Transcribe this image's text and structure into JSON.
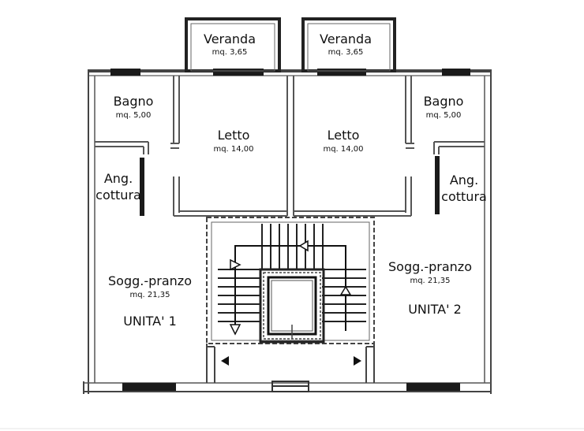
{
  "rooms": {
    "veranda_left": {
      "name": "Veranda",
      "area": "mq. 3,65"
    },
    "veranda_right": {
      "name": "Veranda",
      "area": "mq. 3,65"
    },
    "bagno_left": {
      "name": "Bagno",
      "area": "mq. 5,00"
    },
    "bagno_right": {
      "name": "Bagno",
      "area": "mq. 5,00"
    },
    "letto_left": {
      "name": "Letto",
      "area": "mq. 14,00"
    },
    "letto_right": {
      "name": "Letto",
      "area": "mq. 14,00"
    },
    "cottura_left": {
      "line1": "Ang.",
      "line2": "cottura"
    },
    "cottura_right": {
      "line1": "Ang.",
      "line2": "cottura"
    },
    "soggiorno_left": {
      "name": "Sogg.-pranzo",
      "area": "mq. 21,35"
    },
    "soggiorno_right": {
      "name": "Sogg.-pranzo",
      "area": "mq. 21,35"
    }
  },
  "units": {
    "left": "UNITA' 1",
    "right": "UNITA' 2"
  }
}
